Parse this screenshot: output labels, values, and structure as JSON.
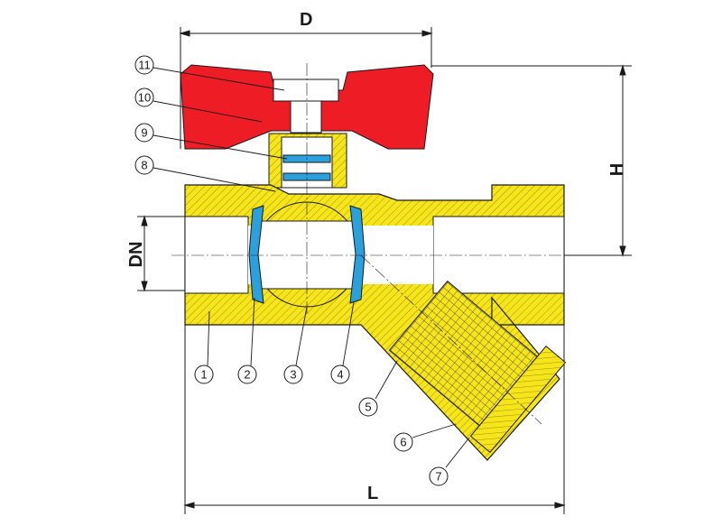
{
  "dimensions": {
    "D": "D",
    "H": "H",
    "DN": "DN",
    "L": "L"
  },
  "callouts": [
    "1",
    "2",
    "3",
    "4",
    "5",
    "6",
    "7",
    "8",
    "9",
    "10",
    "11"
  ],
  "colors": {
    "body": "#f7e51c",
    "handle": "#ee1c25",
    "seal": "#2aa0dc",
    "line": "#1a1a1a"
  }
}
